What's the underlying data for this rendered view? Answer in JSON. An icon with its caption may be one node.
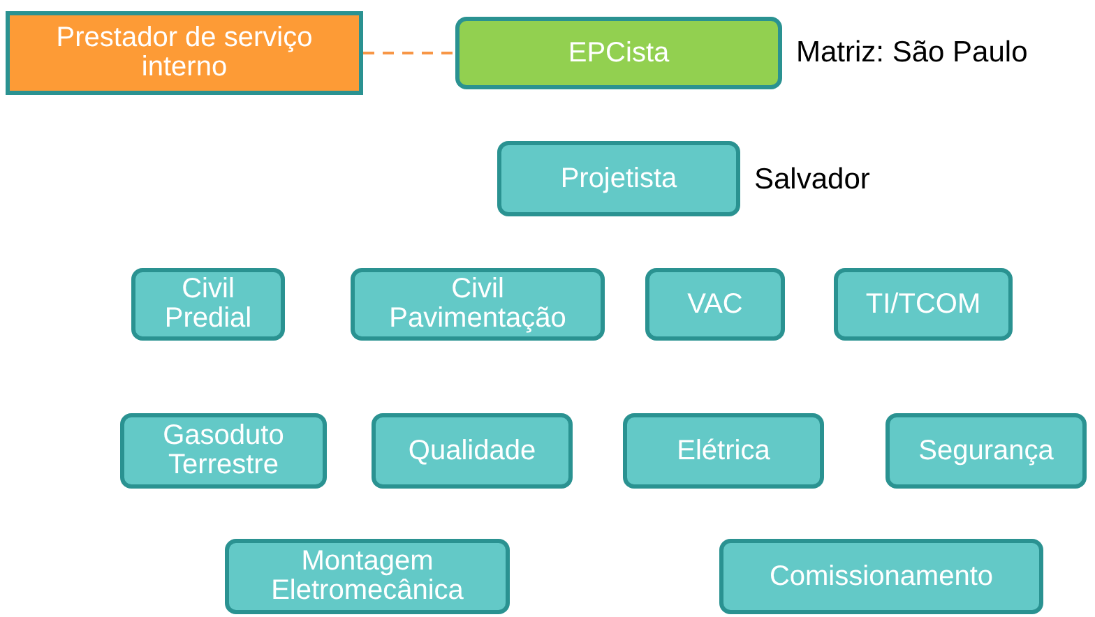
{
  "diagram": {
    "nodes": [
      {
        "text": [
          "Prestador de serviço interno"
        ]
      },
      {
        "text": [
          "EPCista"
        ],
        "beside": [
          "Matriz: São Paulo"
        ]
      },
      {
        "text": [
          "Projetista"
        ],
        "beside": [
          "Salvador"
        ]
      },
      {
        "text": [
          "Civil Predial"
        ]
      },
      {
        "text": [
          "Civil Pavimentação"
        ]
      },
      {
        "text": [
          "VAC"
        ]
      },
      {
        "text": [
          "TI/TCOM"
        ]
      },
      {
        "text": [
          "Gasoduto Terrestre"
        ]
      },
      {
        "text": [
          "Qualidade"
        ]
      },
      {
        "text": [
          "Elétrica"
        ]
      },
      {
        "text": [
          "Segurança"
        ]
      },
      {
        "text": [
          "Montagem Eletromecânica"
        ]
      },
      {
        "text": [
          "Comissionamento"
        ]
      }
    ],
    "edges": [
      {
        "from": 0,
        "to": 1,
        "arrow": "none",
        "style": "dashed",
        "color": "#f79646"
      }
    ]
  }
}
